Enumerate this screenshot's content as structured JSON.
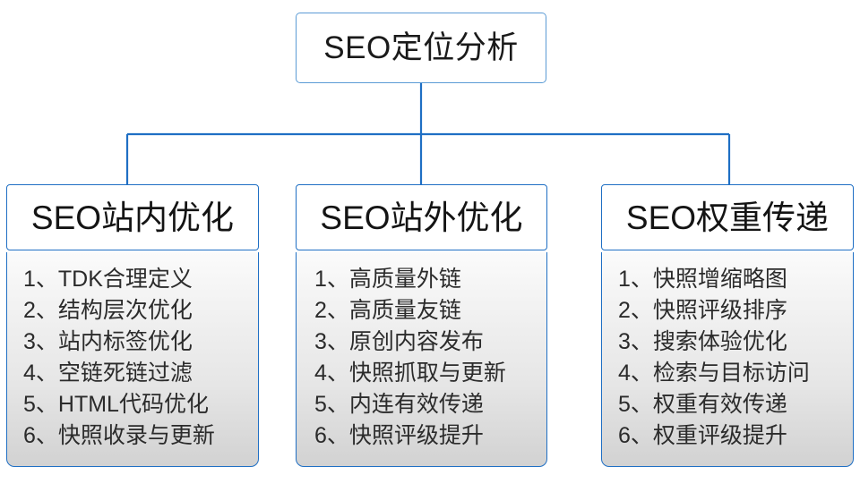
{
  "diagram": {
    "type": "tree",
    "root": {
      "label": "SEO定位分析"
    },
    "branches": [
      {
        "id": "on-site",
        "title": "SEO站内优化",
        "items": [
          "1、TDK合理定义",
          "2、结构层次优化",
          "3、站内标签优化",
          "4、空链死链过滤",
          "5、HTML代码优化",
          "6、快照收录与更新"
        ]
      },
      {
        "id": "off-site",
        "title": "SEO站外优化",
        "items": [
          "1、高质量外链",
          "2、高质量友链",
          "3、原创内容发布",
          "4、快照抓取与更新",
          "5、内连有效传递",
          "6、快照评级提升"
        ]
      },
      {
        "id": "weight-transfer",
        "title": "SEO权重传递",
        "items": [
          "1、快照增缩略图",
          "2、快照评级排序",
          "3、搜索体验优化",
          "4、检索与目标访问",
          "5、权重有效传递",
          "6、权重评级提升"
        ]
      }
    ],
    "colors": {
      "root_border": "#5b9bd5",
      "branch_border": "#1f6fc4",
      "connector": "#1f6fc4",
      "text": "#1a1a1a",
      "list_text": "#2b2b2b",
      "panel_top": "#fbfbfb",
      "panel_bottom": "#d2d2d2",
      "background": "#ffffff"
    }
  }
}
